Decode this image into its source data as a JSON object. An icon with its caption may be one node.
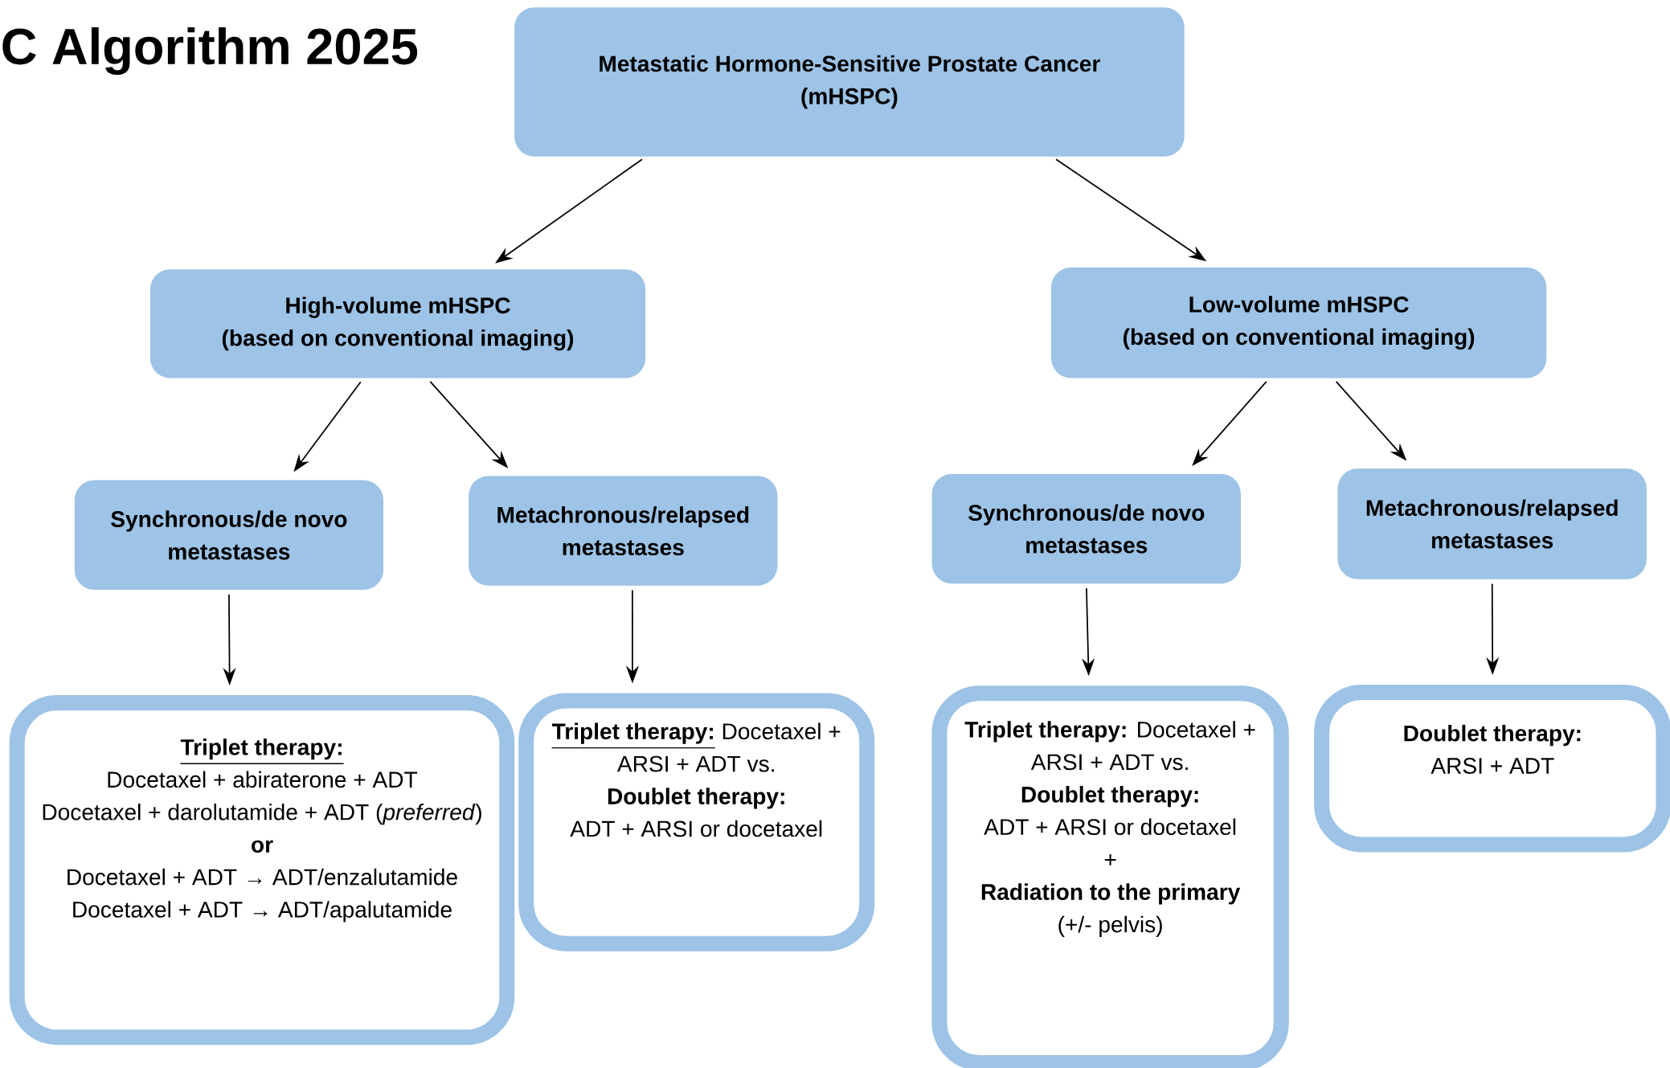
{
  "diagram": {
    "title": "C Algorithm 2025",
    "nodes": [
      {
        "text": [
          "Metastatic Hormone-Sensitive Prostate Cancer",
          "(mHSPC)"
        ]
      },
      {
        "text": [
          "High-volume mHSPC",
          "(based on conventional imaging)"
        ]
      },
      {
        "text": [
          "Low-volume mHSPC",
          "(based on conventional imaging)"
        ]
      },
      {
        "text": [
          "Synchronous/de novo metastases"
        ]
      },
      {
        "text": [
          "Metachronous/relapsed metastases"
        ]
      },
      {
        "text": [
          "Synchronous/de novo metastases"
        ]
      },
      {
        "text": [
          "Metachronous/relapsed metastases"
        ]
      },
      {
        "text": [
          "Triplet therapy:",
          "Docetaxel + abiraterone + ADT",
          "Docetaxel + darolutamide + ADT (*preferred*)",
          "or",
          "Docetaxel + ADT → ADT/enzalutamide",
          "Docetaxel + ADT → ADT/apalutamide"
        ]
      },
      {
        "text": [
          "Triplet therapy:",
          "Docetaxel + ARSI + ADT vs.",
          "Doublet therapy:",
          "ADT + ARSI or docetaxel"
        ]
      },
      {
        "text": [
          "Triplet therapy:",
          "Docetaxel + ARSI + ADT vs.",
          "Doublet therapy:",
          "ADT + ARSI or docetaxel",
          "+",
          "Radiation to the primary",
          "(+/- pelvis)"
        ]
      },
      {
        "text": [
          "Doublet therapy:",
          "ARSI + ADT"
        ]
      }
    ],
    "edges": [
      {
        "from": 0,
        "to": 1,
        "arrow": "to"
      },
      {
        "from": 0,
        "to": 2,
        "arrow": "to"
      },
      {
        "from": 1,
        "to": 3,
        "arrow": "to"
      },
      {
        "from": 1,
        "to": 4,
        "arrow": "to"
      },
      {
        "from": 2,
        "to": 5,
        "arrow": "to"
      },
      {
        "from": 2,
        "to": 6,
        "arrow": "to"
      },
      {
        "from": 3,
        "to": 7,
        "arrow": "to"
      },
      {
        "from": 4,
        "to": 8,
        "arrow": "to"
      },
      {
        "from": 5,
        "to": 9,
        "arrow": "to"
      },
      {
        "from": 6,
        "to": 10,
        "arrow": "to"
      }
    ]
  }
}
